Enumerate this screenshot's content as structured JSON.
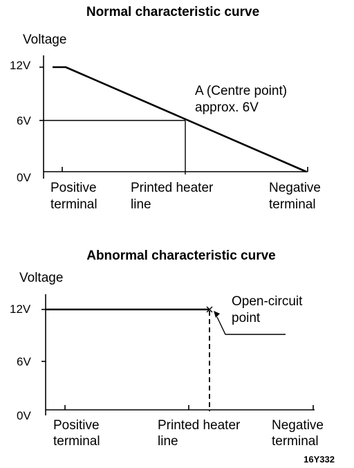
{
  "normal": {
    "title": "Normal characteristic curve",
    "y_label": "Voltage",
    "y_ticks": [
      "12V",
      "6V",
      "0V"
    ],
    "x_labels": [
      {
        "line1": "Positive",
        "line2": "terminal"
      },
      {
        "line1": "Printed heater",
        "line2": "line"
      },
      {
        "line1": "Negative",
        "line2": "terminal"
      }
    ],
    "annotation": {
      "line1": "A (Centre point)",
      "line2": "approx. 6V"
    }
  },
  "abnormal": {
    "title": "Abnormal characteristic curve",
    "y_label": "Voltage",
    "y_ticks": [
      "12V",
      "6V",
      "0V"
    ],
    "x_labels": [
      {
        "line1": "Positive",
        "line2": "terminal"
      },
      {
        "line1": "Printed heater",
        "line2": "line"
      },
      {
        "line1": "Negative",
        "line2": "terminal"
      }
    ],
    "annotation": {
      "line1": "Open-circuit",
      "line2": "point"
    }
  },
  "figure_code": "16Y332"
}
